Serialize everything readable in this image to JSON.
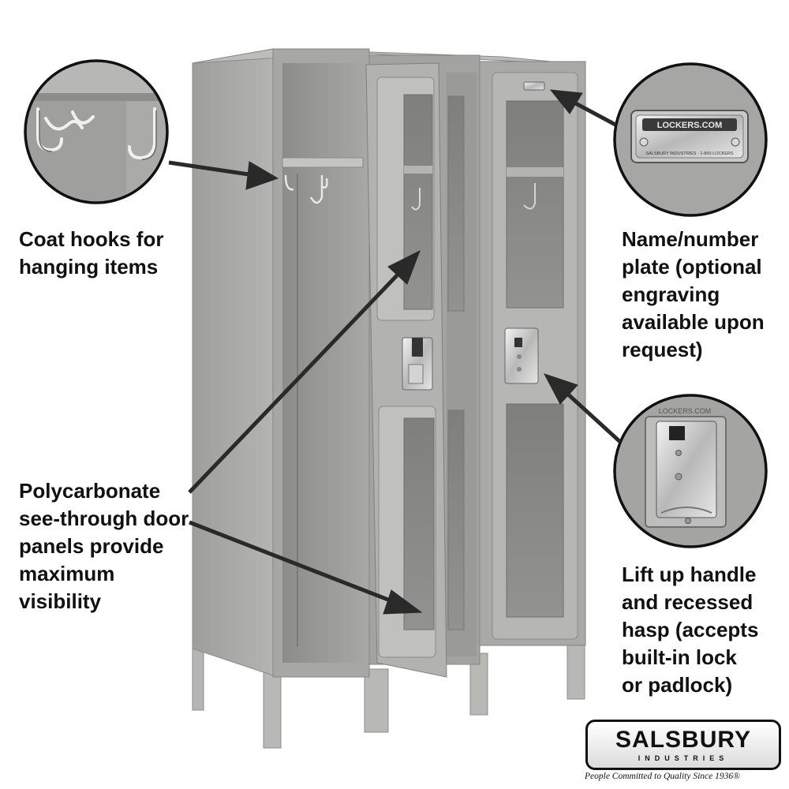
{
  "captions": {
    "coat_hooks": [
      "Coat hooks for",
      "hanging items"
    ],
    "name_plate": [
      "Name/number",
      "plate (optional",
      "engraving",
      "available upon",
      "request)"
    ],
    "door_panels": [
      "Polycarbonate",
      "see-through door",
      "panels provide",
      "maximum",
      "visibility"
    ],
    "handle": [
      "Lift up handle",
      "and recessed",
      "hasp (accepts",
      "built-in lock",
      "or padlock)"
    ]
  },
  "detail_plate": {
    "main": "LOCKERS.COM",
    "small": "SALSBURY INDUSTRIES · 1-800-LOCKERS"
  },
  "detail_handle": {
    "label": "LOCKERS.COM"
  },
  "logo": {
    "word": "SALSBURY",
    "sub": "INDUSTRIES",
    "tagline": "People Committed to Quality Since 1936®"
  },
  "colors": {
    "locker_gray": "#a9a9a7",
    "panel_dark": "#8d8d8b",
    "caption_text": "#111111",
    "arrow": "#2a2a2a"
  }
}
